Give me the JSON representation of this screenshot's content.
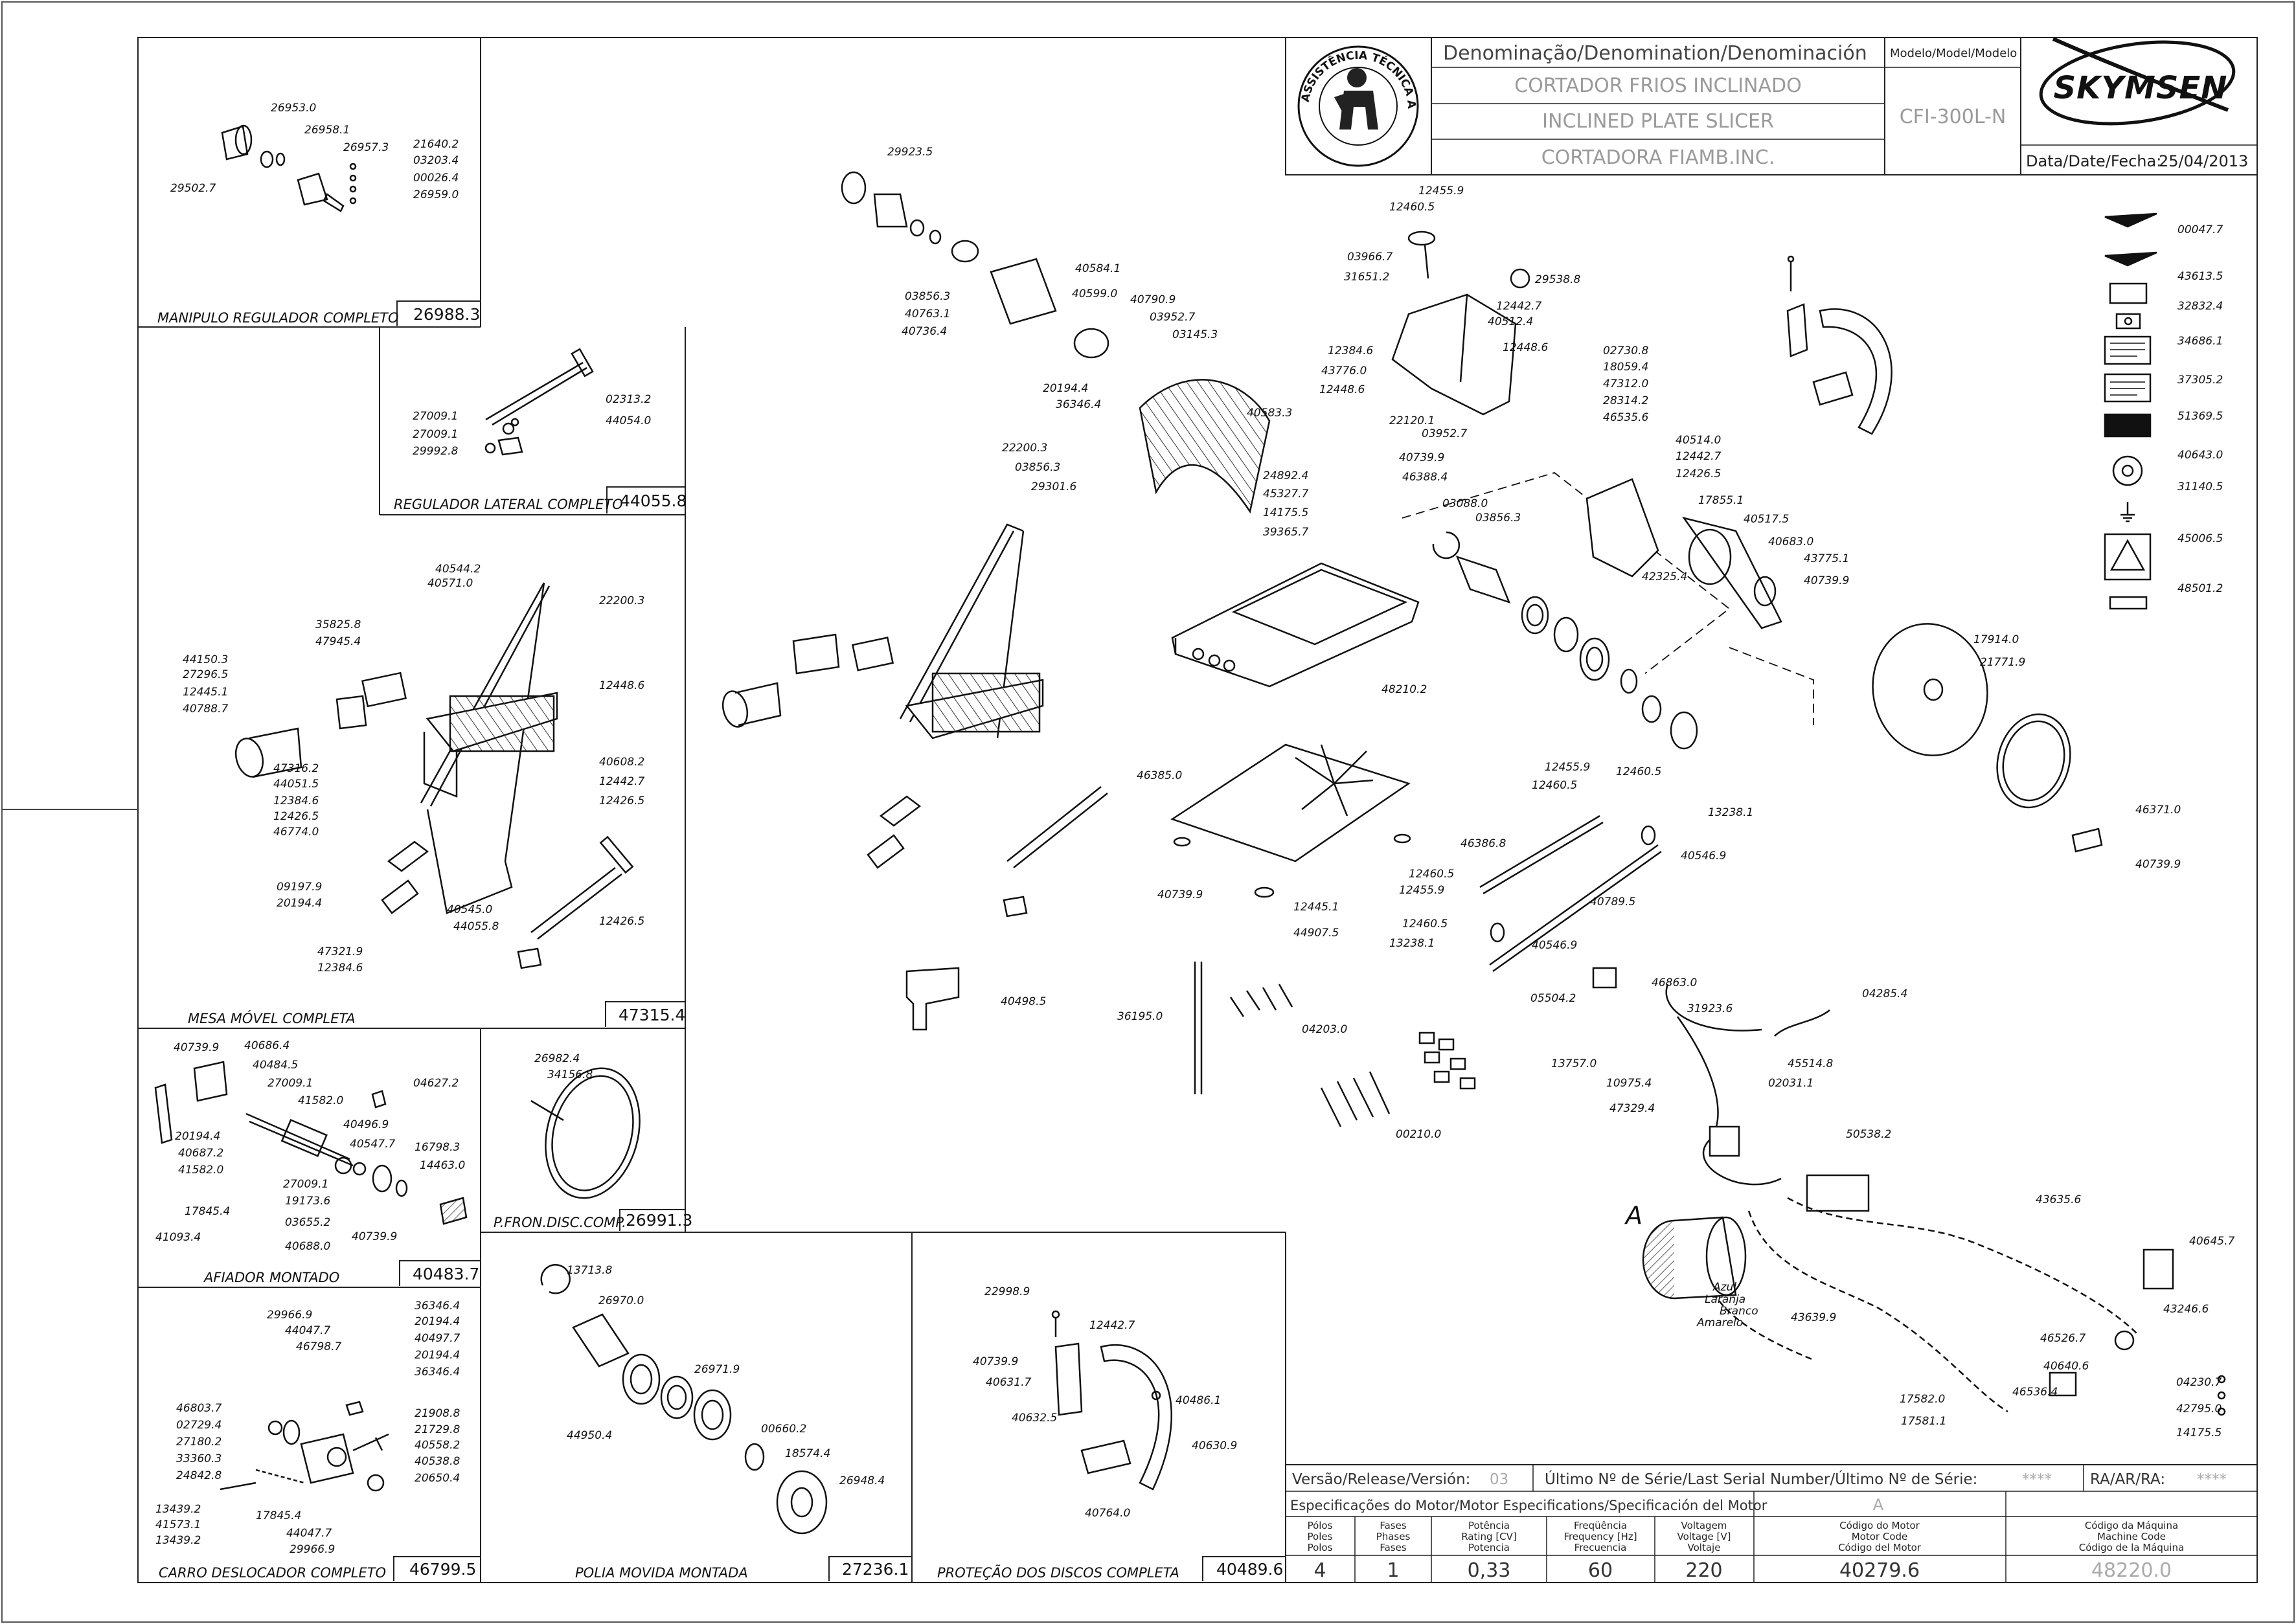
{
  "title_block": {
    "denomination_header": "Denominação/Denomination/Denominación",
    "name_pt": "CORTADOR FRIOS INCLINADO",
    "name_en": "INCLINED PLATE SLICER",
    "name_es": "CORTADORA FIAMB.INC.",
    "model_header": "Modelo/Model/Modelo",
    "model": "CFI-300L-N",
    "brand": "SKYMSEN",
    "seal_text": "ASSISTÊNCIA TÉCNICA AUTORIZADA",
    "date_label": "Data/Date/Fecha:",
    "date": "25/04/2013"
  },
  "bottom_block": {
    "version_label": "Versão/Release/Versión:",
    "version": "03",
    "serial_label": "Último Nº de Série/Last Serial Number/Último Nº de Série:",
    "serial_value": "****",
    "ra_label": "RA/AR/RA:",
    "ra_value": "****",
    "spec_label": "Especificações do Motor/Motor Especifications/Specificación del Motor",
    "motor_letter": "A",
    "columns": [
      {
        "h1": "Pólos",
        "h2": "Poles",
        "h3": "Polos",
        "value": "4"
      },
      {
        "h1": "Fases",
        "h2": "Phases",
        "h3": "Fases",
        "value": "1"
      },
      {
        "h1": "Potência",
        "h2": "Rating [CV]",
        "h3": "Potencia",
        "value": "0,33"
      },
      {
        "h1": "Freqüência",
        "h2": "Frequency [Hz]",
        "h3": "Frecuencia",
        "value": "60"
      },
      {
        "h1": "Voltagem",
        "h2": "Voltage [V]",
        "h3": "Voltaje",
        "value": "220"
      },
      {
        "h1": "Código do Motor",
        "h2": "Motor Code",
        "h3": "Código del Motor",
        "value": "40279.6"
      },
      {
        "h1": "Código da Máquina",
        "h2": "Machine Code",
        "h3": "Código de la Máquina",
        "value": "48220.0"
      }
    ]
  },
  "sub_assemblies": [
    {
      "caption": "MANIPULO REGULADOR COMPLETO",
      "code": "26988.3"
    },
    {
      "caption": "REGULADOR LATERAL COMPLETO",
      "code": "44055.8"
    },
    {
      "caption": "MESA MÓVEL COMPLETA",
      "code": "47315.4"
    },
    {
      "caption": "AFIADOR MONTADO",
      "code": "40483.7"
    },
    {
      "caption": "P.FRON.DISC.COMP.",
      "code": "26991.3"
    },
    {
      "caption": "CARRO DESLOCADOR COMPLETO",
      "code": "46799.5"
    },
    {
      "caption": "POLIA MOVIDA MONTADA",
      "code": "27236.1"
    },
    {
      "caption": "PROTEÇÃO DOS DISCOS COMPLETA",
      "code": "40489.6"
    }
  ],
  "motor_wires": [
    "Azul",
    "Laranja",
    "Branco",
    "Amarelo"
  ],
  "part_labels": [
    "26953.0",
    "26958.1",
    "26957.3",
    "21640.2",
    "03203.4",
    "29502.7",
    "00026.4",
    "26959.0",
    "02313.2",
    "27009.1",
    "44054.0",
    "27009.1",
    "29992.8",
    "40544.2",
    "40571.0",
    "22200.3",
    "35825.8",
    "47945.4",
    "44150.3",
    "27296.5",
    "12445.1",
    "40788.7",
    "12448.6",
    "47316.2",
    "44051.5",
    "40608.2",
    "12384.6",
    "12442.7",
    "12426.5",
    "12426.5",
    "46774.0",
    "09197.9",
    "20194.4",
    "40545.0",
    "44055.8",
    "12426.5",
    "47321.9",
    "12384.6",
    "40739.9",
    "40686.4",
    "40484.5",
    "27009.1",
    "41582.0",
    "04627.2",
    "20194.4",
    "40496.9",
    "40687.2",
    "40547.7",
    "16798.3",
    "41582.0",
    "14463.0",
    "27009.1",
    "19173.6",
    "17845.4",
    "03655.2",
    "41093.4",
    "40688.0",
    "40739.9",
    "26982.4",
    "34156.8",
    "36346.4",
    "29966.9",
    "20194.4",
    "44047.7",
    "40497.7",
    "46798.7",
    "20194.4",
    "36346.4",
    "46803.7",
    "02729.4",
    "21908.8",
    "27180.2",
    "21729.8",
    "33360.3",
    "40558.2",
    "24842.8",
    "40538.8",
    "20650.4",
    "13439.2",
    "17845.4",
    "41573.1",
    "44047.7",
    "13439.2",
    "29966.9",
    "13713.8",
    "26970.0",
    "26971.9",
    "44950.4",
    "00660.2",
    "18574.4",
    "26948.4",
    "22998.9",
    "12442.7",
    "40739.9",
    "40631.7",
    "40486.1",
    "40632.5",
    "40630.9",
    "40764.0",
    "29923.5",
    "40584.1",
    "03856.3",
    "40599.0",
    "40763.1",
    "40790.9",
    "40736.4",
    "03952.7",
    "03145.3",
    "20194.4",
    "36346.4",
    "40583.3",
    "22200.3",
    "03856.3",
    "29301.6",
    "12455.9",
    "12460.5",
    "03966.7",
    "29538.8",
    "31651.2",
    "12442.7",
    "40512.4",
    "12384.6",
    "12448.6",
    "43776.0",
    "12448.6",
    "02730.8",
    "18059.4",
    "47312.0",
    "28314.2",
    "22120.1",
    "46535.6",
    "03952.7",
    "40739.9",
    "46388.4",
    "03088.0",
    "03856.3",
    "24892.4",
    "45327.7",
    "14175.5",
    "39365.7",
    "48210.2",
    "40514.0",
    "12442.7",
    "12426.5",
    "17855.1",
    "40517.5",
    "40683.0",
    "43775.1",
    "42325.4",
    "40739.9",
    "17914.0",
    "21771.9",
    "46371.0",
    "40739.9",
    "46385.0",
    "40739.9",
    "12445.1",
    "44907.5",
    "12455.9",
    "12460.5",
    "12460.5",
    "13238.1",
    "46386.8",
    "12460.5",
    "40546.9",
    "12455.9",
    "40789.5",
    "12460.5",
    "13238.1",
    "40546.9",
    "40498.5",
    "36195.0",
    "04203.0",
    "13757.0",
    "00210.0",
    "05504.2",
    "46863.0",
    "31923.6",
    "04285.4",
    "45514.8",
    "02031.1",
    "10975.4",
    "47329.4",
    "50538.2",
    "43635.6",
    "40645.7",
    "43246.6",
    "43639.9",
    "46526.7",
    "40640.6",
    "17582.0",
    "46536.4",
    "17581.1",
    "04230.7",
    "42795.0",
    "14175.5"
  ],
  "label_parts": [
    "00047.7",
    "43613.5",
    "32832.4",
    "34686.1",
    "37305.2",
    "51369.5",
    "40643.0",
    "31140.5",
    "45006.5",
    "48501.2"
  ]
}
